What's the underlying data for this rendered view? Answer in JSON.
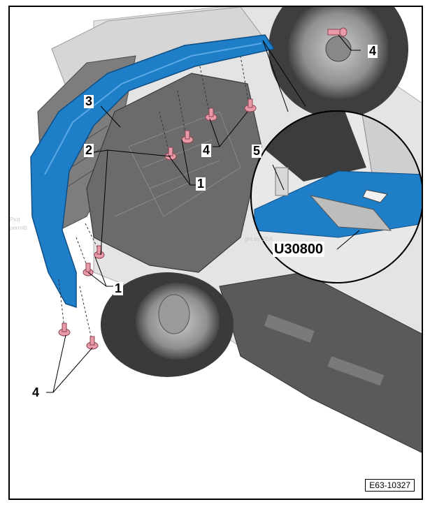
{
  "callouts": {
    "c1a": "1",
    "c1b": "1",
    "c2": "2",
    "c3": "3",
    "c4a": "4",
    "c4b": "4",
    "c4c": "4",
    "c5": "5"
  },
  "tool_code": "U30800",
  "figure_ref": "E63-10327",
  "watermarks": {
    "left_1": "Prot",
    "left_2": "permitt",
    "inset": "ght by SEA"
  },
  "colors": {
    "trim_blue": "#1f7ec8",
    "fastener_pink": "#e89aa8",
    "body_grey": "#8a8a8a",
    "panel_dark": "#5e5e5e"
  }
}
